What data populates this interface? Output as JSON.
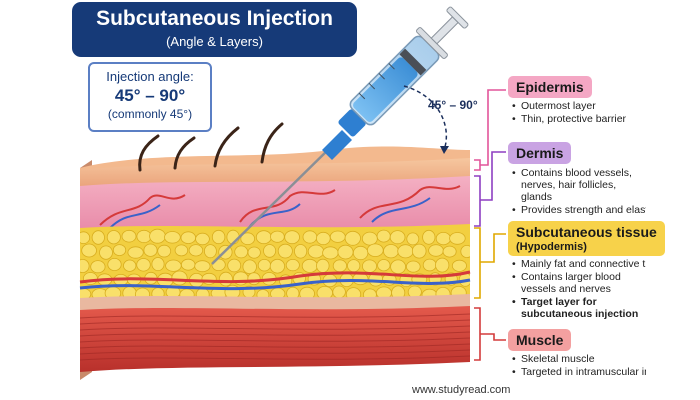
{
  "header": {
    "title": "Subcutaneous Injection",
    "subtitle": "(Angle & Layers)"
  },
  "angle_note": {
    "line1": "Injection angle:",
    "line2": "45° – 90°",
    "line3": "(commonly 45°)"
  },
  "angle_indicator": "45° – 90°",
  "layers": {
    "epidermis": {
      "name": "Epidermis",
      "color": "#f4a7c4",
      "bracket_color": "#e2559a",
      "bullets": [
        "Outermost layer",
        "Thin, protective barrier"
      ]
    },
    "dermis": {
      "name": "Dermis",
      "color": "#c9a3e3",
      "bracket_color": "#8e3fc2",
      "bullets": [
        "Contains blood vessels, nerves, hair follicles, glands",
        "Provides strength and elasticity"
      ]
    },
    "subcutaneous": {
      "name": "Subcutaneous tissue",
      "subname": "(Hypodermis)",
      "color": "#f7d24a",
      "bracket_color": "#e0a800",
      "bullets": [
        "Mainly fat and connective tissue",
        "Contains larger blood vessels and nerves",
        "Target layer for subcutaneous injection"
      ]
    },
    "muscle": {
      "name": "Muscle",
      "color": "#f3a0a0",
      "bracket_color": "#d33b3b",
      "bullets": [
        "Skeletal muscle",
        "Targeted in intramuscular injection"
      ]
    }
  },
  "watermark": "www.studyread.com",
  "colors": {
    "title_bg": "#163a78",
    "angle_border": "#5b7fc4",
    "syringe_fluid": "#5aa8e8",
    "needle": "#8a8f96",
    "fat": "#f5d43a",
    "muscle": "#d8403a",
    "dermis": "#f2a0b8",
    "epidermis": "#f0b487"
  },
  "icons": [
    "syringe-icon",
    "needle-icon",
    "hair-icon",
    "blood-vessel-icon",
    "angle-arc-icon"
  ]
}
